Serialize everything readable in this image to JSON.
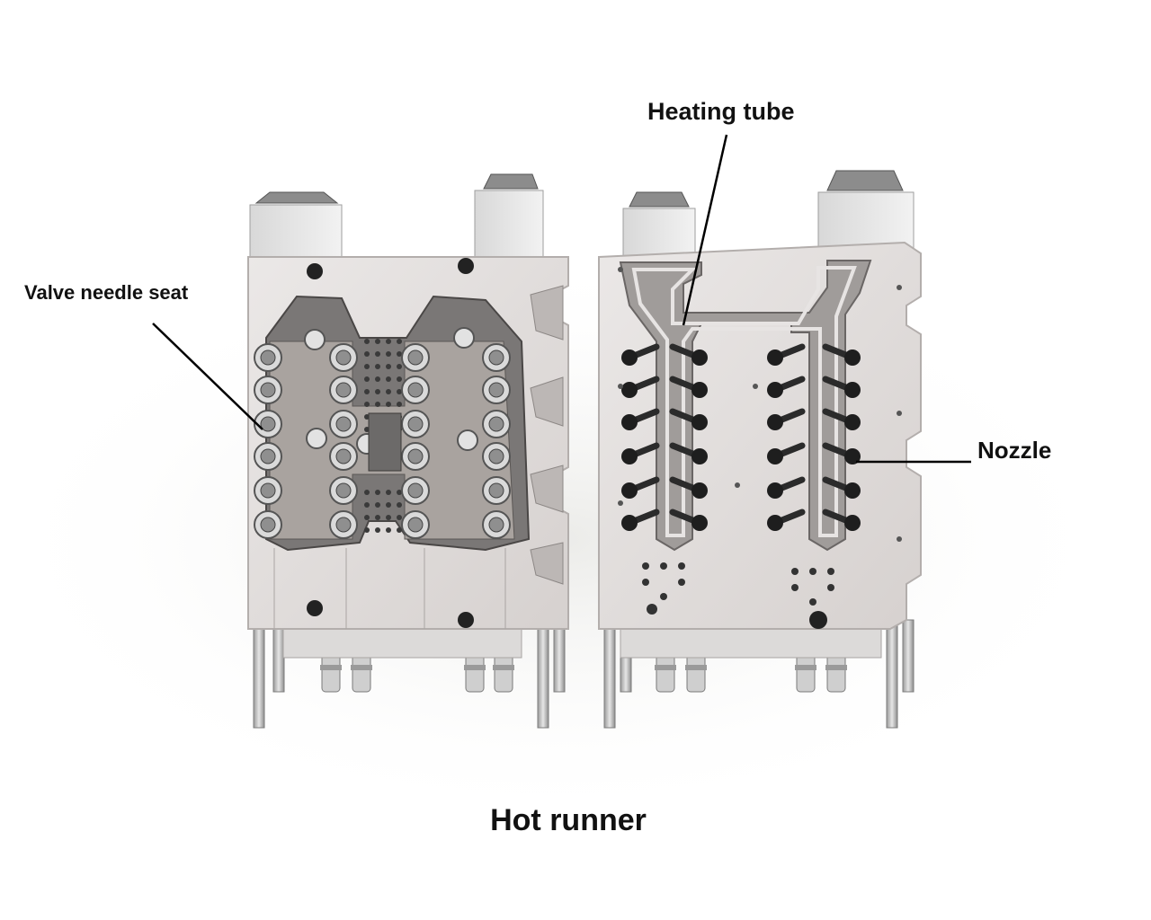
{
  "title": "Hot runner",
  "labels": {
    "heating_tube": "Heating tube",
    "valve_needle_seat": "Valve needle seat",
    "nozzle": "Nozzle"
  },
  "colors": {
    "background": "#ffffff",
    "plate": "#e2dedd",
    "plate_edge": "#b9b4b2",
    "fitting": "#cfcfcf",
    "hole": "#2a2a2a",
    "leader_line": "#000000",
    "label_text": "#111111"
  },
  "components": {
    "left_unit": "valve-gate-manifold-assembly",
    "right_unit": "heated-manifold-assembly"
  }
}
